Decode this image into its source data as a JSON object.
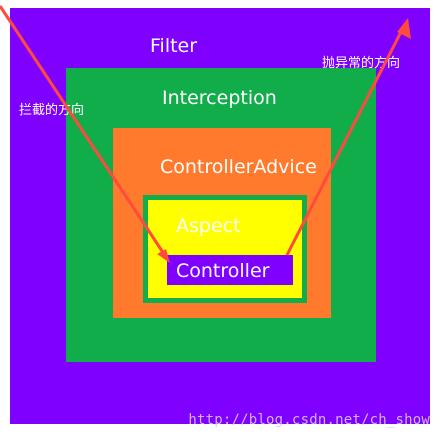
{
  "colors": {
    "filter": "#7f00ff",
    "interception": "#10ad4a",
    "controller_advice": "#ff7a2c",
    "aspect_border": "#10ad4a",
    "aspect": "#ffff00",
    "controller": "#7f00ff",
    "arrow": "#ff4a3d",
    "watermark": "#d7c7f3"
  },
  "layers": {
    "filter": "Filter",
    "interception": "Interception",
    "controller_advice": "ControllerAdvice",
    "aspect": "Aspect",
    "controller": "Controller"
  },
  "notes": {
    "intercept_direction": "拦截的方向",
    "exception_direction": "抛异常的方向"
  },
  "watermark": "http://blog.csdn.net/ch_show"
}
